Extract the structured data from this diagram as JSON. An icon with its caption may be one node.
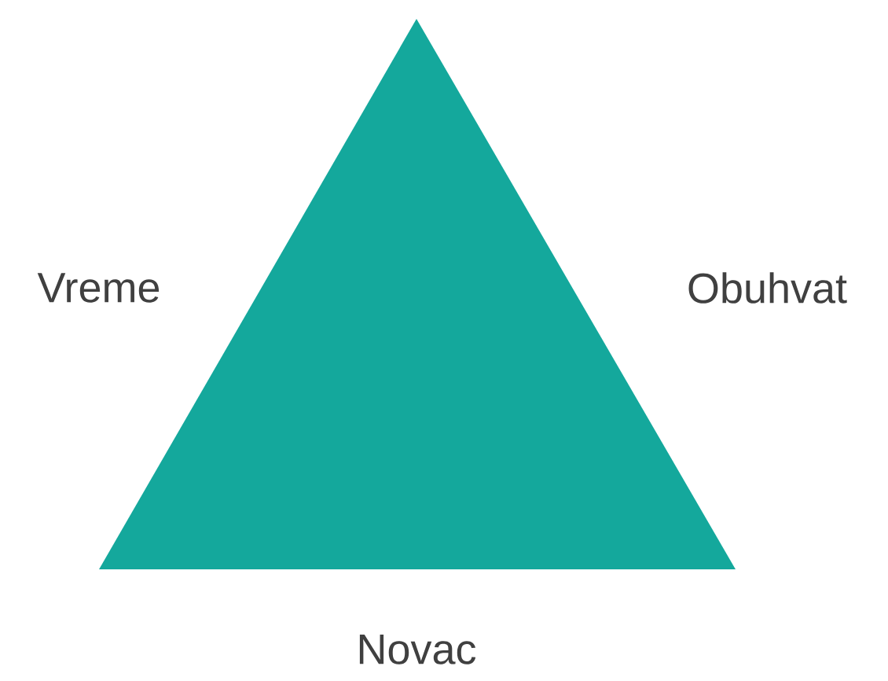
{
  "diagram": {
    "nodes": [
      {
        "text": [],
        "shape": "triangle",
        "beside": [
          "Vreme",
          "Obuhvat",
          "Novac"
        ]
      }
    ]
  }
}
